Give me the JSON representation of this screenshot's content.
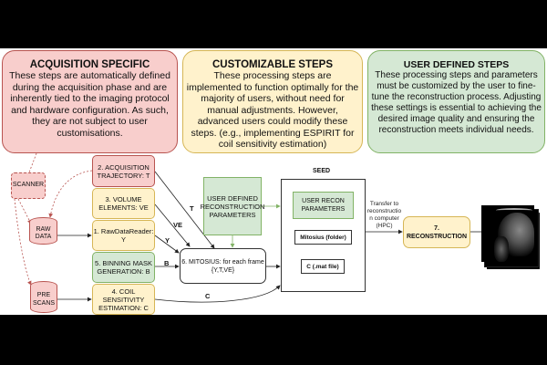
{
  "categories": [
    {
      "title": "ACQUISITION SPECIFIC",
      "text": "These steps are automatically defined during the acquisition phase and are inherently tied to the imaging protocol and hardware configuration. As such, they are not subject to user customisations."
    },
    {
      "title": "CUSTOMIZABLE STEPS",
      "text": "These processing steps are implemented to function optimally for the majority of users, without need for manual adjustments. However, advanced users could modify these steps. (e.g., implementing ESPIRIT for coil sensitivity estimation)"
    },
    {
      "title": "USER DEFINED STEPS",
      "text": "These processing steps and parameters must be customized by the user to fine-tune the reconstruction process. Adjusting these settings is essential to achieving the desired image quality and ensuring the reconstruction meets individual needs."
    }
  ],
  "nodes": {
    "scanner": "SCANNER",
    "raw_data": "RAW DATA",
    "pre_scans": "PRE SCANS",
    "step2": "2. ACQUISITION TRAJECTORY: T",
    "step3": "3. VOLUME ELEMENTS: VE",
    "step1": "1. RawDataReader: Y",
    "step5": "5. BINNING MASK GENERATION: B",
    "step4": "4. COIL SENSITIVITY ESTIMATION: C",
    "user_params": "USER DEFINED RECONSTRUCTION PARAMETERS",
    "step6": "6. MITOSIUS: for each frame {Y,T,VE}",
    "seed": "SEED",
    "seed_params": "USER RECON PARAMETERS",
    "seed_folder": "Mitosius (folder)",
    "seed_c": "C (.mat file)",
    "transfer": "Transfer to reconstruction computer (HPC)",
    "step7": "7. RECONSTRUCTION"
  },
  "edge_labels": {
    "T": "T",
    "VE": "VE",
    "Y": "Y",
    "B": "B",
    "C": "C"
  },
  "colors": {
    "pink": "#f8cecc",
    "yellow": "#fff2cc",
    "green": "#d5e8d4"
  }
}
